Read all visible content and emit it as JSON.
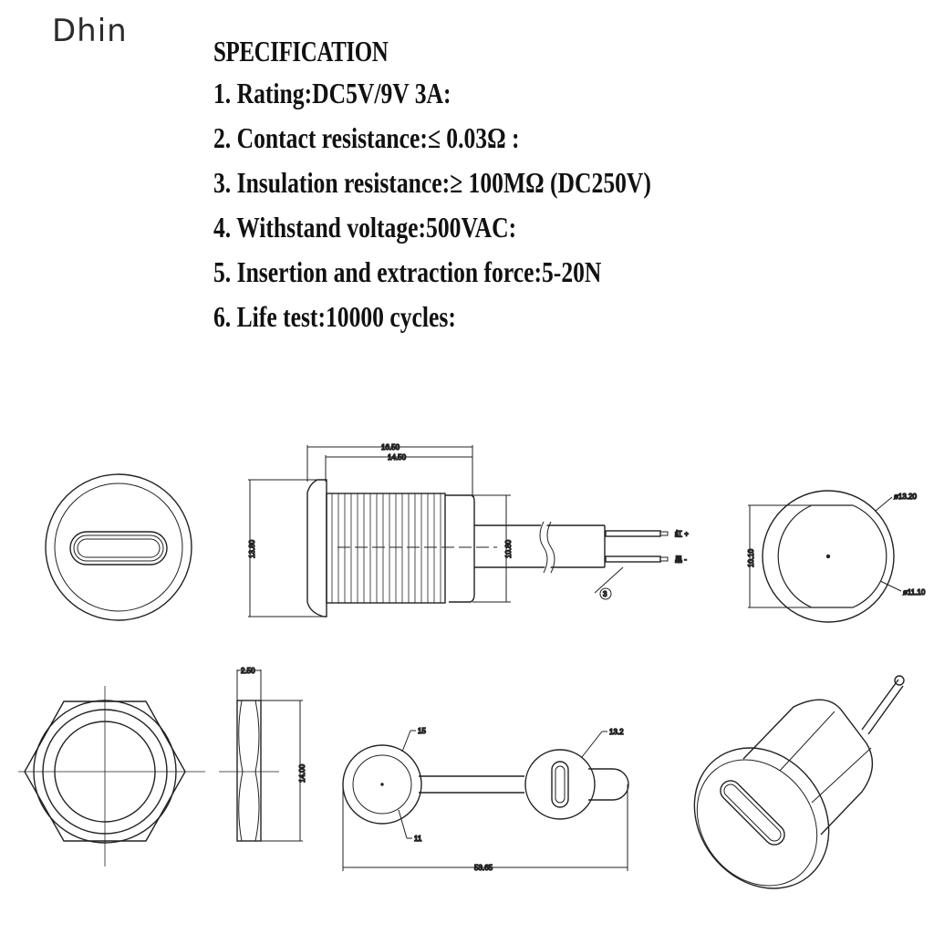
{
  "brand": {
    "name": "Dhin"
  },
  "specification": {
    "title": "SPECIFICATION",
    "items": [
      "1. Rating:DC5V/9V 3A:",
      "2. Contact resistance:≤ 0.03Ω :",
      "3. Insulation resistance:≥ 100MΩ (DC250V)",
      "4. Withstand voltage:500VAC:",
      "5. Insertion and extraction force:5-20N",
      "6. Life test:10000 cycles:"
    ]
  },
  "drawings": {
    "side_view": {
      "overall_length": "16.50",
      "thread_length": "14.50",
      "flange_height": "13.80",
      "body_height": "10.80",
      "callout": "3",
      "wire_labels": [
        "红 +",
        "黑 -"
      ]
    },
    "back_view": {
      "outer_diameter": "ø13.20",
      "inner_diameter": "ø11.10",
      "flat_height": "10.10"
    },
    "nut_side": {
      "thickness": "2.50",
      "height": "14.00"
    },
    "dust_cap": {
      "ring_outer": "15",
      "ring_inner": "11",
      "cap_diameter": "13.2",
      "total_length": "53.65"
    }
  }
}
